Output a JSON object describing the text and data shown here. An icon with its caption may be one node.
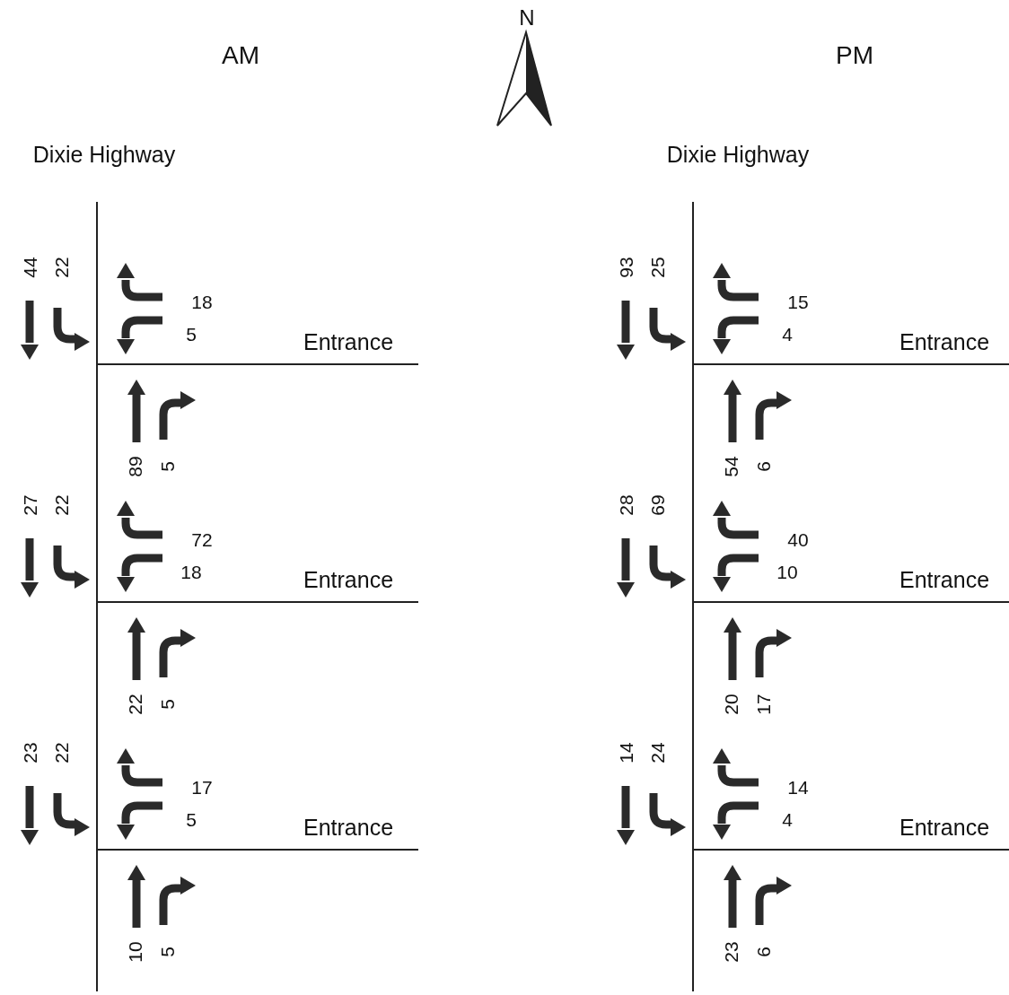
{
  "diagram": {
    "labels": [
      "AM",
      "N",
      "PM",
      "Dixie Highway",
      "Dixie Highway",
      "44",
      "22",
      "18",
      "5",
      "Entrance",
      "89",
      "5",
      "27",
      "22",
      "72",
      "18",
      "Entrance",
      "22",
      "5",
      "23",
      "22",
      "17",
      "5",
      "Entrance",
      "10",
      "5",
      "93",
      "25",
      "15",
      "4",
      "Entrance",
      "54",
      "6",
      "28",
      "69",
      "40",
      "10",
      "Entrance",
      "20",
      "17",
      "14",
      "24",
      "14",
      "4",
      "Entrance",
      "23",
      "6"
    ]
  }
}
